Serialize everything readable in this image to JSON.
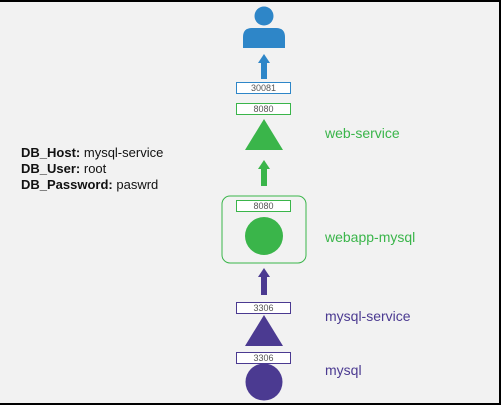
{
  "colors": {
    "blue": "#2e86c8",
    "green": "#3ab54a",
    "purple": "#4b3a91",
    "background": "#f2f2f2"
  },
  "user": {
    "icon": "user-icon"
  },
  "ports": {
    "node_port": "30081",
    "web_service_port": "8080",
    "webapp_pod_port": "8080",
    "mysql_service_port": "3306",
    "mysql_pod_port": "3306"
  },
  "labels": {
    "web_service": "web-service",
    "webapp_pod": "webapp-mysql",
    "mysql_service": "mysql-service",
    "mysql_pod": "mysql"
  },
  "env": [
    {
      "key": "DB_Host:",
      "value": "mysql-service"
    },
    {
      "key": "DB_User:",
      "value": "root"
    },
    {
      "key": "DB_Password:",
      "value": "paswrd"
    }
  ]
}
